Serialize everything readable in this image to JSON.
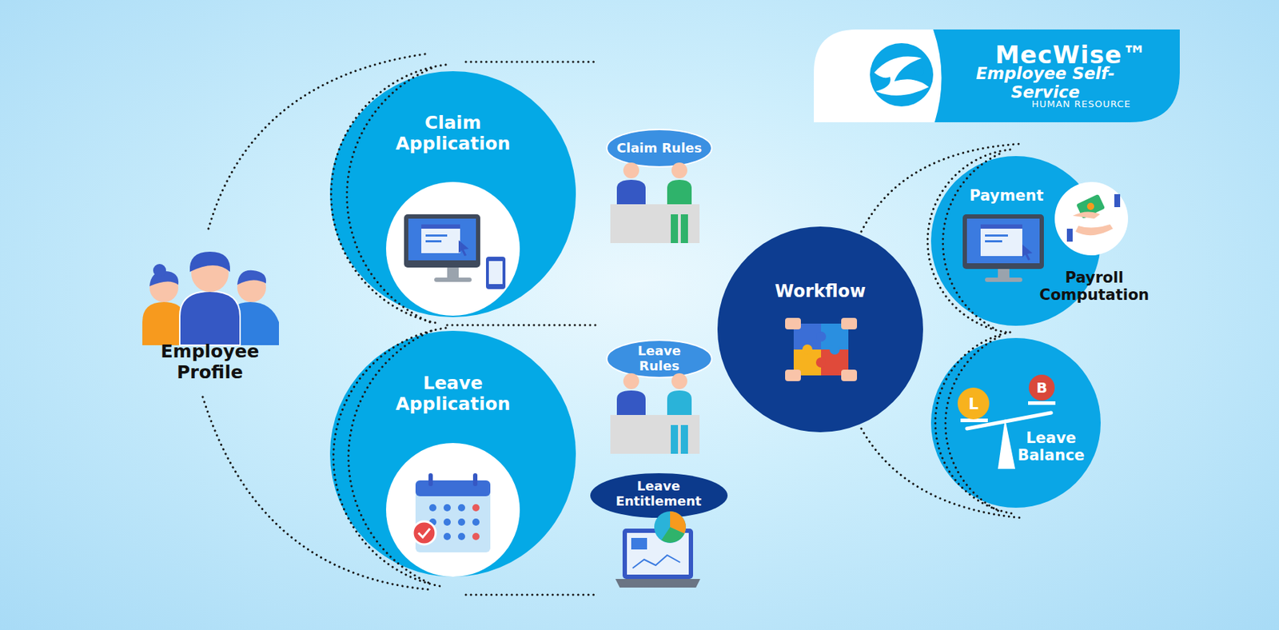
{
  "diagram": {
    "nodes": [
      {
        "text": [
          "Employee Profile"
        ]
      },
      {
        "text": [
          "Claim Application"
        ]
      },
      {
        "text": [
          "Claim Rules"
        ]
      },
      {
        "text": [
          "Leave Application"
        ]
      },
      {
        "text": [
          "Leave Rules"
        ]
      },
      {
        "text": [
          "Leave Entitlement"
        ]
      },
      {
        "text": [
          "Workflow"
        ]
      },
      {
        "text": [
          "Payment",
          "Payroll Computation"
        ]
      },
      {
        "text": [
          "Leave Balance"
        ]
      },
      {
        "text": [
          "MecWise™",
          "Employee Self-Service",
          "HUMAN RESOURCE"
        ]
      }
    ],
    "labels": [
      "L",
      "B"
    ]
  }
}
